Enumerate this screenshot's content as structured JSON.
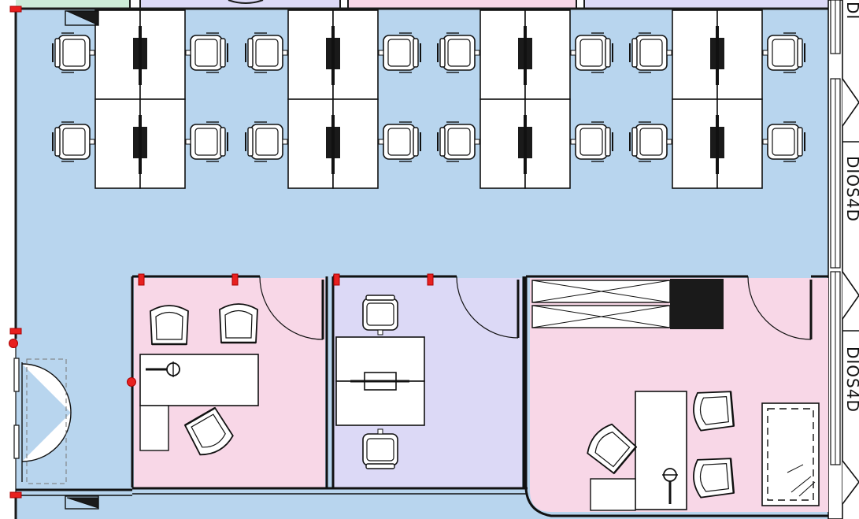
{
  "plan": {
    "colors": {
      "open_office": "#b8d5ee",
      "office_pink": "#f8d7e7",
      "office_lilac": "#dcd9f6",
      "top_strip_green": "#cdebd8",
      "wall": "#1a1a1a",
      "marker_red": "#e8201f",
      "furniture": "#ffffff"
    },
    "edge_labels": [
      {
        "id": "edge-label-top",
        "text": "DI"
      },
      {
        "id": "edge-label-mid",
        "text": "DIOS4D"
      },
      {
        "id": "edge-label-bottom",
        "text": "DIOS4D"
      }
    ]
  }
}
